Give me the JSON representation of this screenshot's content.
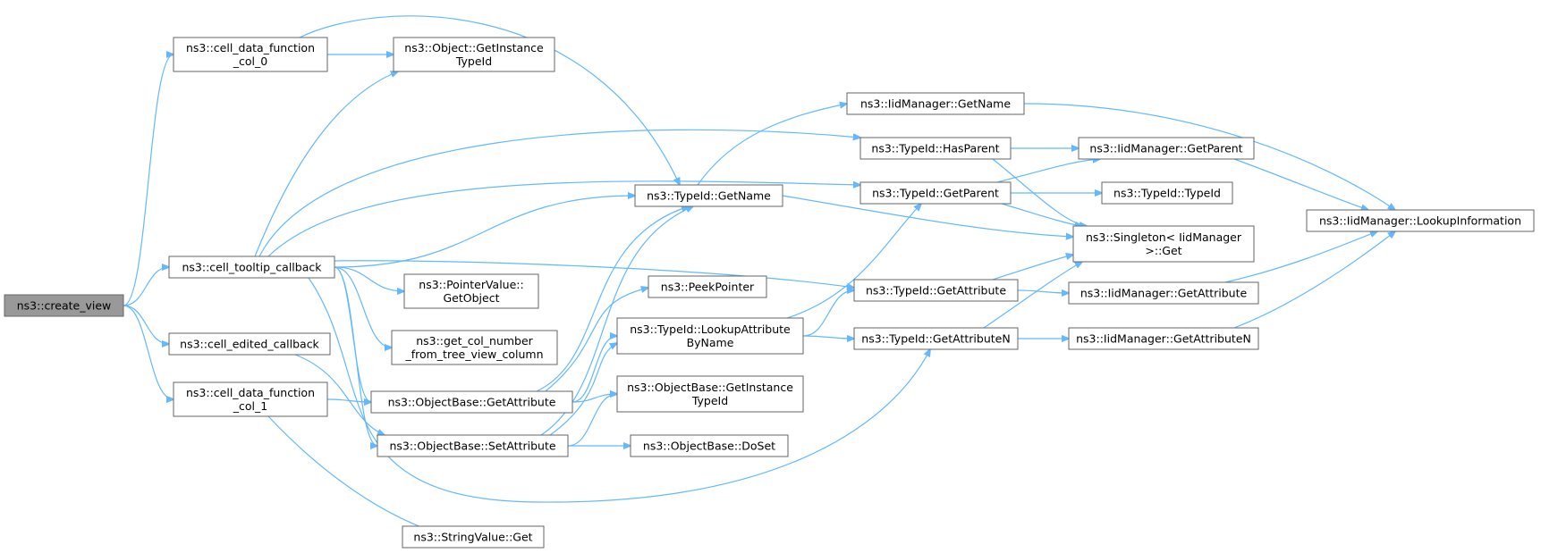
{
  "nodes": {
    "create_view": [
      "ns3::create_view"
    ],
    "cdf0": [
      "ns3::cell_data_function",
      "_col_0"
    ],
    "tooltip": [
      "ns3::cell_tooltip_callback"
    ],
    "edited": [
      "ns3::cell_edited_callback"
    ],
    "cdf1": [
      "ns3::cell_data_function",
      "_col_1"
    ],
    "obj_git": [
      "ns3::Object::GetInstance",
      "TypeId"
    ],
    "tid_getname": [
      "ns3::TypeId::GetName"
    ],
    "ptr_getobj": [
      "ns3::PointerValue::",
      "GetObject"
    ],
    "getcol": [
      "ns3::get_col_number",
      "_from_tree_view_column"
    ],
    "ob_getattr": [
      "ns3::ObjectBase::GetAttribute"
    ],
    "ob_setattr": [
      "ns3::ObjectBase::SetAttribute"
    ],
    "strval_get": [
      "ns3::StringValue::Get"
    ],
    "peek": [
      "ns3::PeekPointer"
    ],
    "tid_lookup": [
      "ns3::TypeId::LookupAttribute",
      "ByName"
    ],
    "ob_git": [
      "ns3::ObjectBase::GetInstance",
      "TypeId"
    ],
    "ob_doset": [
      "ns3::ObjectBase::DoSet"
    ],
    "iid_getname": [
      "ns3::IidManager::GetName"
    ],
    "tid_hasparent": [
      "ns3::TypeId::HasParent"
    ],
    "tid_getparent": [
      "ns3::TypeId::GetParent"
    ],
    "tid_getattr": [
      "ns3::TypeId::GetAttribute"
    ],
    "tid_getattrn": [
      "ns3::TypeId::GetAttributeN"
    ],
    "iid_getparent": [
      "ns3::IidManager::GetParent"
    ],
    "tid_typeid": [
      "ns3::TypeId::TypeId"
    ],
    "singleton": [
      "ns3::Singleton< IidManager",
      ">::Get"
    ],
    "iid_getattr": [
      "ns3::IidManager::GetAttribute"
    ],
    "iid_getattrn": [
      "ns3::IidManager::GetAttributeN"
    ],
    "iid_lookup": [
      "ns3::IidManager::LookupInformation"
    ]
  },
  "colors": {
    "edge": "#63b8ff",
    "node_border": "#666666",
    "root_fill": "#999999"
  }
}
